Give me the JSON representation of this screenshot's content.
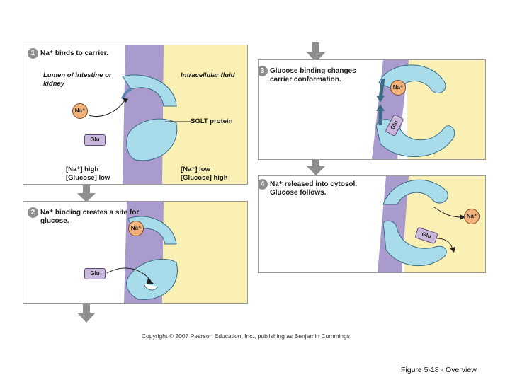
{
  "step1": {
    "number": "1",
    "title": "Na⁺ binds to carrier.",
    "lumen_label": "Lumen of intestine or kidney",
    "intracellular_label": "Intracellular fluid",
    "protein_label": "SGLT protein",
    "na_label": "Na⁺",
    "glu_label": "Glu",
    "lumen_conc": "[Na⁺] high [Glucose] low",
    "cell_conc": "[Na⁺] low [Glucose] high"
  },
  "step2": {
    "number": "2",
    "title": "Na⁺ binding creates a site for glucose.",
    "na_label": "Na⁺",
    "glu_label": "Glu"
  },
  "step3": {
    "number": "3",
    "title": "Glucose binding changes carrier conformation.",
    "na_label": "Na⁺",
    "glu_label": "Glu"
  },
  "step4": {
    "number": "4",
    "title": "Na⁺ released into cytosol. Glucose follows.",
    "na_label": "Na⁺",
    "glu_label": "Glu"
  },
  "copyright": "Copyright © 2007 Pearson Education, Inc., publishing as Benjamin Cummings.",
  "caption": "Figure 5-18 - Overview",
  "colors": {
    "membrane": "#a99bcd",
    "intracellular": "#fbf0b4",
    "carrier": "#a9dcea",
    "carrier_dark": "#5b86b8",
    "sodium": "#f2b27a",
    "glucose": "#c9b7dc",
    "flow_arrow": "#8e8e8e"
  }
}
